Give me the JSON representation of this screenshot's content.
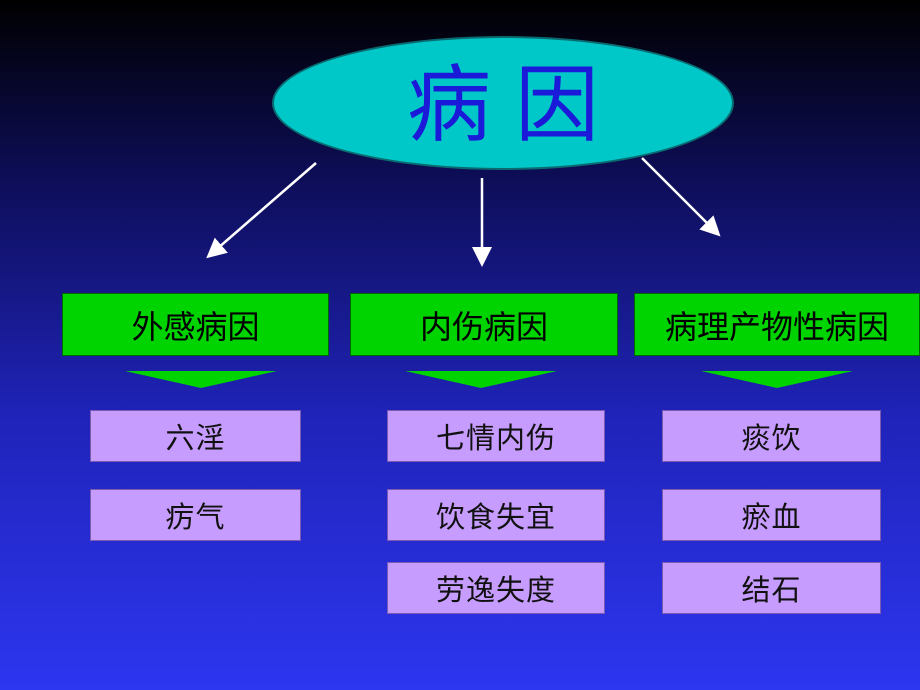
{
  "root": {
    "label": "病因"
  },
  "categories": [
    {
      "label": "外感病因",
      "items": [
        "六淫",
        "疠气"
      ]
    },
    {
      "label": "内伤病因",
      "items": [
        "七情内伤",
        "饮食失宜",
        "劳逸失度"
      ]
    },
    {
      "label": "病理产物性病因",
      "items": [
        "痰饮",
        "瘀血",
        "结石"
      ]
    }
  ],
  "colors": {
    "ellipse": "#00c8c8",
    "root_text": "#1a1ad8",
    "category_box": "#00d400",
    "item_box": "#c79cff",
    "connector": "#ffffff"
  }
}
